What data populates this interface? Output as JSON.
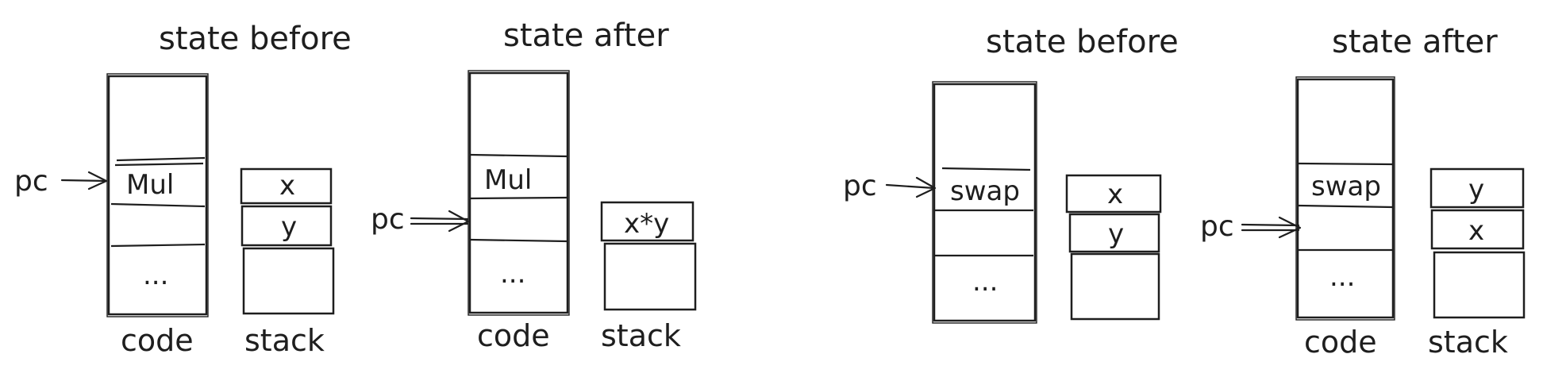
{
  "panels": [
    {
      "state_before": {
        "title": "state before",
        "code_cells": [
          "",
          "Mul",
          "",
          "..."
        ],
        "code_label": "code",
        "stack_cells": [
          "x",
          "y",
          ""
        ],
        "stack_label": "stack",
        "pc_label": "pc"
      },
      "state_after": {
        "title": "state after",
        "code_cells": [
          "",
          "Mul",
          "",
          "..."
        ],
        "code_label": "code",
        "stack_cells": [
          "x*y",
          ""
        ],
        "stack_label": "stack",
        "pc_label": "pc"
      }
    },
    {
      "state_before": {
        "title": "state before",
        "code_cells": [
          "",
          "swap",
          "",
          "..."
        ],
        "code_label": "code",
        "stack_cells": [
          "x",
          "y",
          ""
        ],
        "stack_label": "stack",
        "pc_label": "pc"
      },
      "state_after": {
        "title": "state after",
        "code_cells": [
          "",
          "swap",
          "",
          "..."
        ],
        "code_label": "code",
        "stack_cells": [
          "y",
          "x",
          ""
        ],
        "stack_label": "stack",
        "pc_label": "pc"
      }
    }
  ]
}
